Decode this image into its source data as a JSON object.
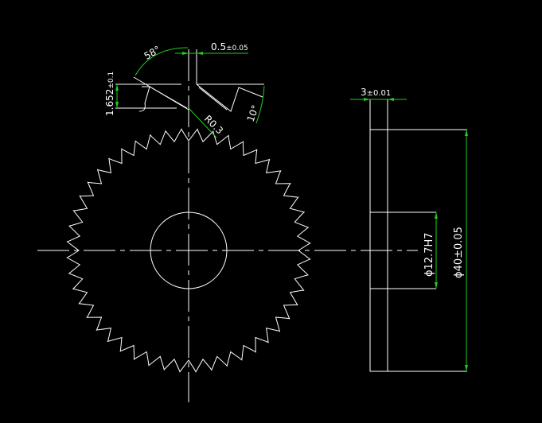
{
  "colors": {
    "background": "#000000",
    "geometry": "#ffffff",
    "dimension": "#22cc22"
  },
  "gear": {
    "teeth": 48
  },
  "dimensions": {
    "angle_top": "58°",
    "tooth_width": "0.5",
    "tooth_width_tol": "±0.05",
    "tooth_height": "1.652",
    "tooth_height_tol": "±0.1",
    "radius": "R0.3",
    "angle_side": "10°",
    "thickness": "3",
    "thickness_tol": "±0.01",
    "bore": "ϕ12.7H7",
    "outer_diameter": "ϕ40±0.05"
  }
}
